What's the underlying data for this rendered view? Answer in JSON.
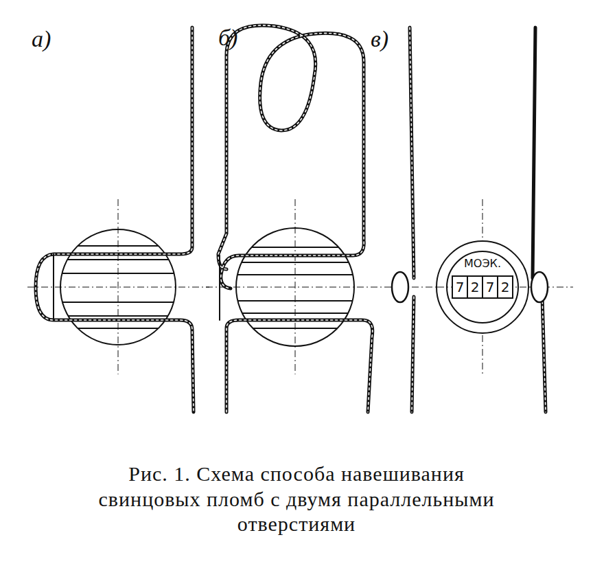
{
  "diagram": {
    "caption": "Рис. 1. Схема способа навешивания свинцовых пломб с двумя параллельными отверстиями",
    "nodes": [
      {
        "text": [
          "МОЭК."
        ]
      },
      {
        "text": [
          "7"
        ],
        "in": 0
      },
      {
        "text": [
          "2"
        ],
        "in": 0
      },
      {
        "text": [
          "7"
        ],
        "in": 0
      },
      {
        "text": [
          "2"
        ],
        "in": 0
      }
    ],
    "labels": [
      "а)",
      "б)",
      "в)"
    ]
  }
}
